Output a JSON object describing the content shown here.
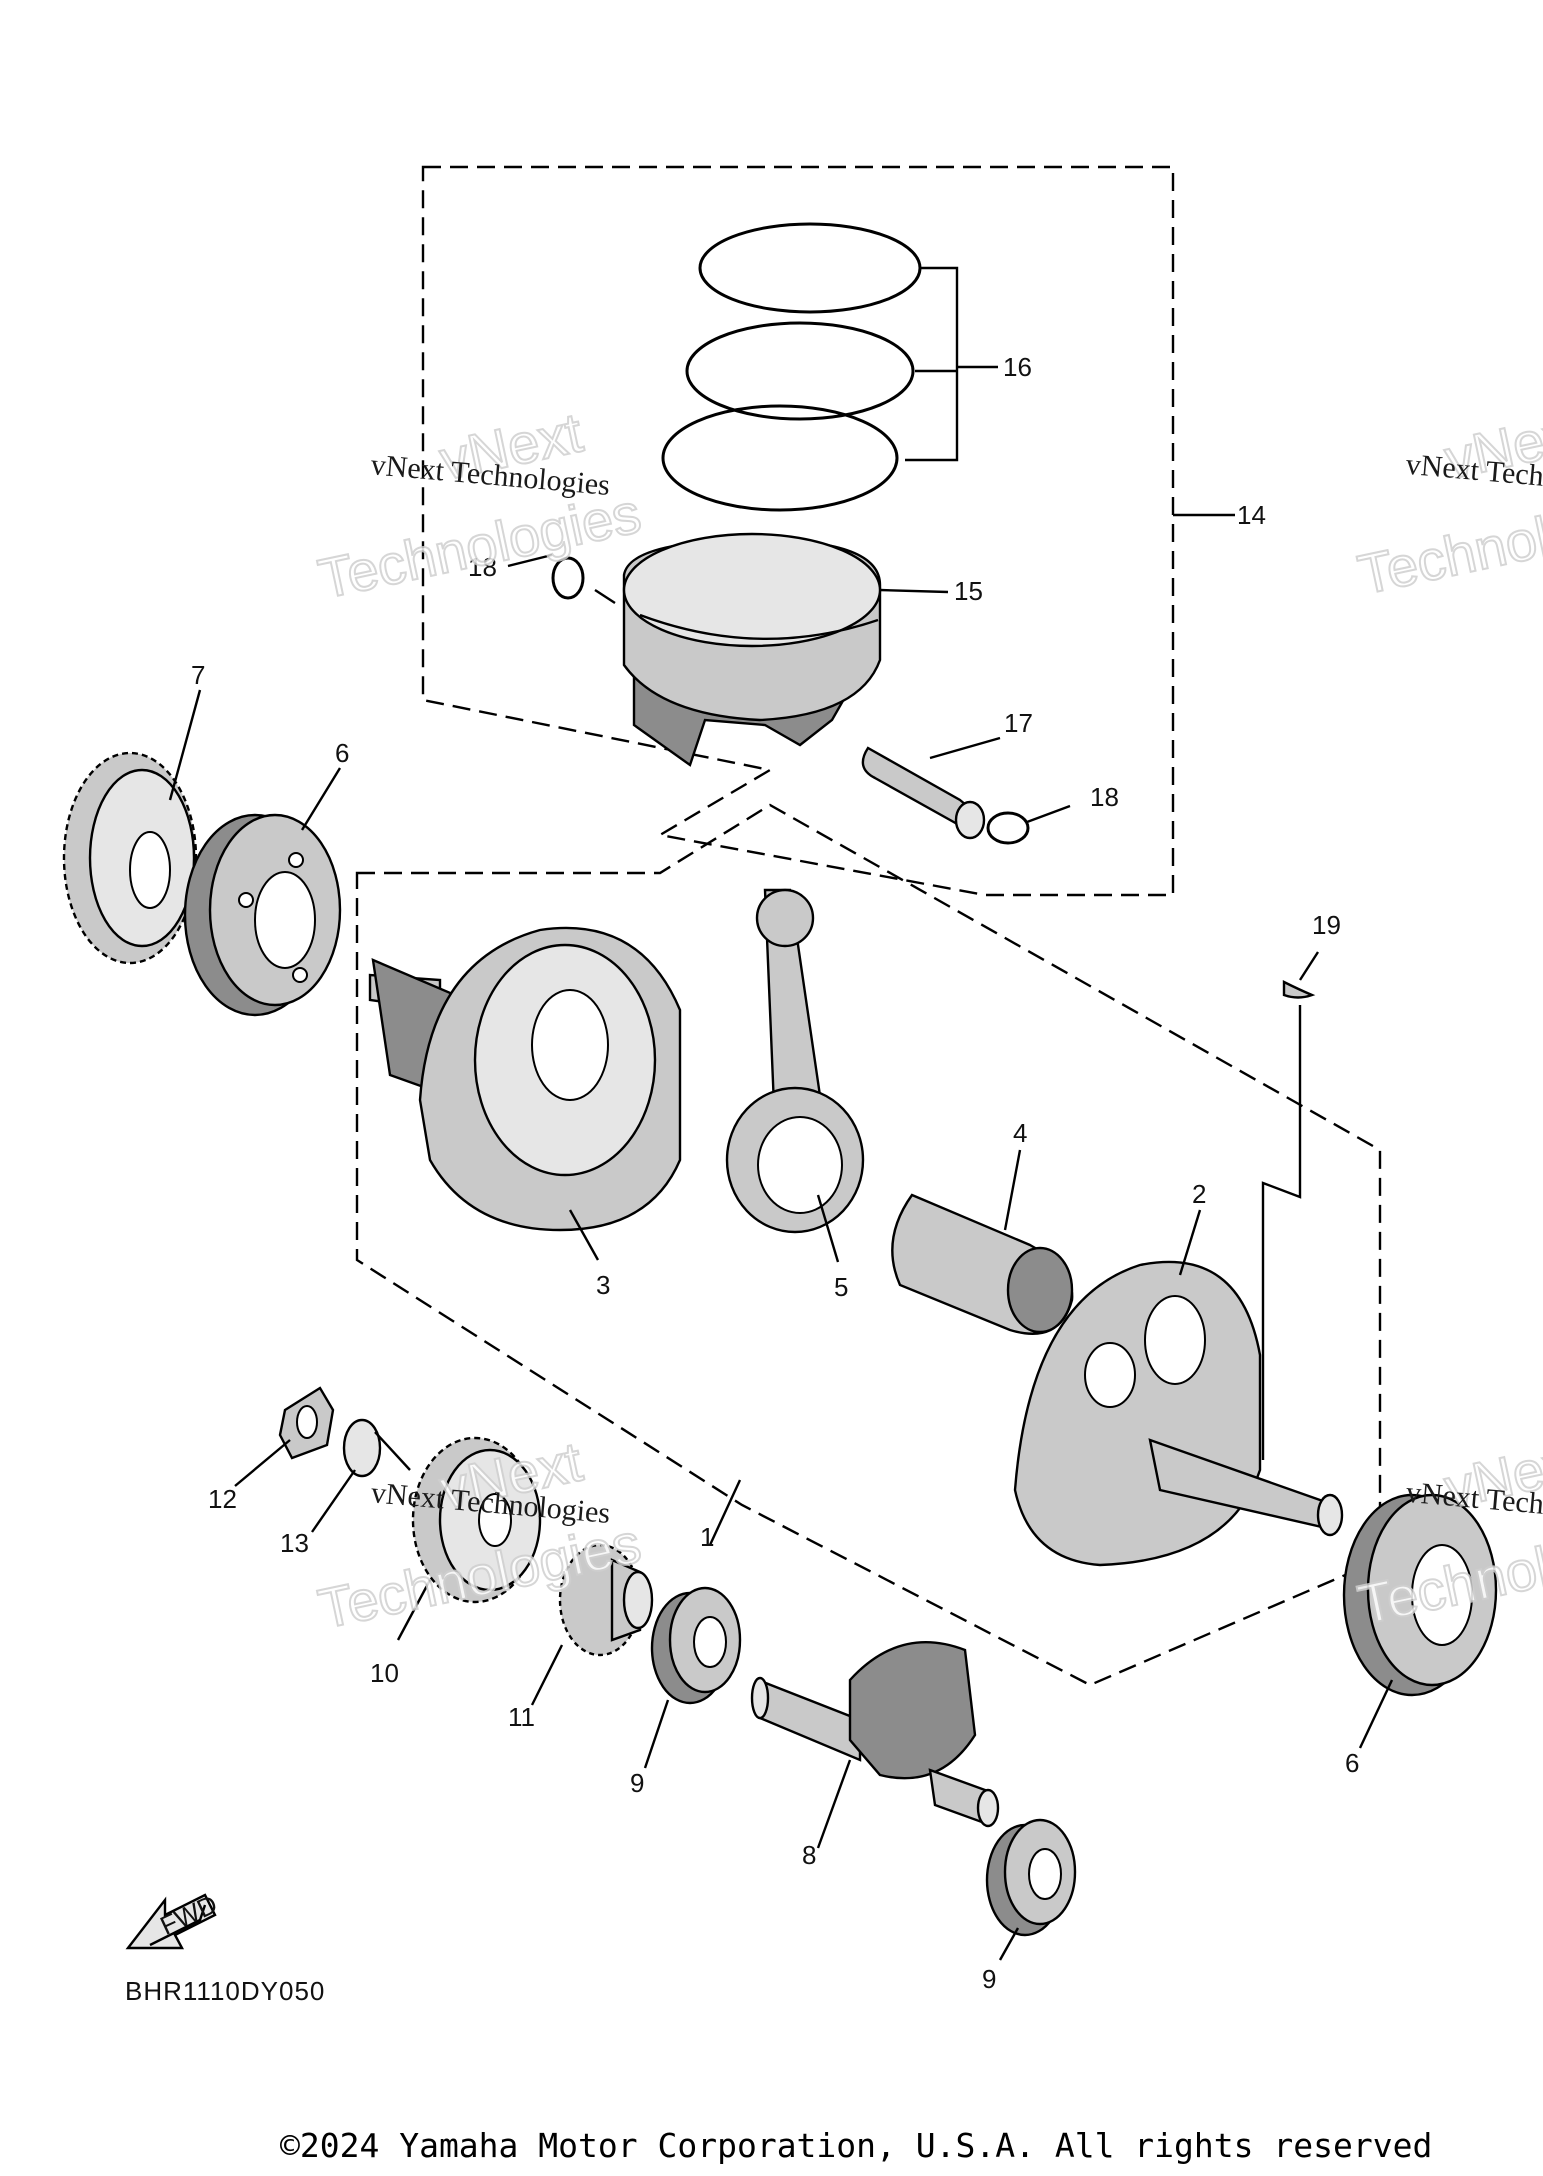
{
  "diagram": {
    "part_code": "BHR1110DY050",
    "fwd_label": "FWD",
    "copyright": "©2024 Yamaha Motor Corporation, U.S.A. All rights reserved",
    "watermark": {
      "line_small": "vNext Technologies",
      "line_big_1": "vNext",
      "line_big_2": "Technologies"
    },
    "callouts": {
      "c1": "1",
      "c2": "2",
      "c3": "3",
      "c4": "4",
      "c5": "5",
      "c6a": "6",
      "c6b": "6",
      "c7": "7",
      "c8": "8",
      "c9a": "9",
      "c9b": "9",
      "c10": "10",
      "c11": "11",
      "c12": "12",
      "c13": "13",
      "c14": "14",
      "c15": "15",
      "c16": "16",
      "c17": "17",
      "c18a": "18",
      "c18b": "18",
      "c19": "19"
    },
    "parts": [
      "crankshaft-assembly",
      "crank-2",
      "crank-3",
      "crank-pin",
      "connecting-rod",
      "bearing",
      "drive-gear",
      "balancer-shaft",
      "bearing",
      "balancer-driven-gear",
      "balancer-drive-gear",
      "nut",
      "lock-washer",
      "piston-assembly",
      "piston",
      "piston-ring-set",
      "piston-pin",
      "circlip",
      "woodruff-key"
    ]
  }
}
